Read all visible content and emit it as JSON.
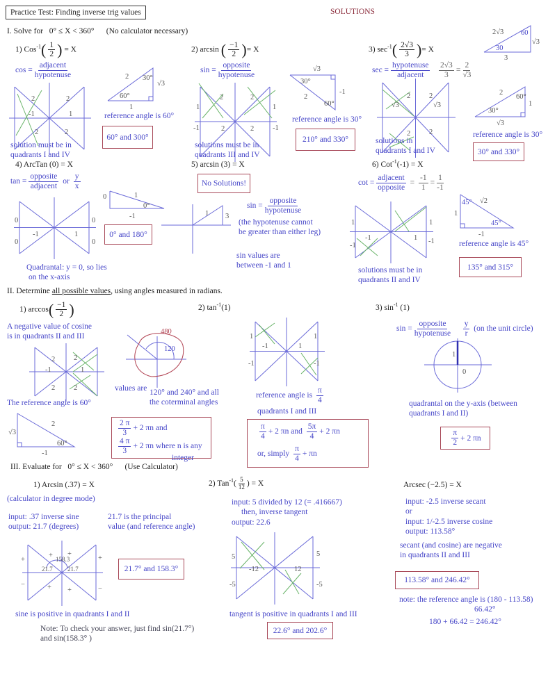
{
  "header": {
    "title": "Practice Test:  Finding inverse trig values",
    "solutions": "SOLUTIONS"
  },
  "section1": {
    "heading": "I.  Solve for",
    "range": "0° ≤ X < 360°",
    "note": "(No calculator necessary)"
  },
  "p1": {
    "label": "1)   Cos",
    "exp": "-1",
    "num": "1",
    "den": "2",
    "eq": "=  X",
    "def_lhs": "cos =",
    "def_num": "adjacent",
    "def_den": "hypotenuse",
    "diagram": {
      "q2": "2",
      "q1": "2",
      "q3": "2",
      "q4": "2",
      "neg1": "-1",
      "pos1": "1"
    },
    "tri": {
      "hyp": "2",
      "top": "30°",
      "side": "√3",
      "angle": "60°",
      "base": "1"
    },
    "ref": "reference angle is 60°",
    "answer": "60°  and  300°",
    "note1": "solution must be in",
    "note2": "quadrants I and IV"
  },
  "p2": {
    "label": "2)   arcsin",
    "num": "−1",
    "den": "2",
    "eq": "= X",
    "def_lhs": "sin =",
    "def_num": "opposite",
    "def_den": "hypotenuse",
    "diagram": {
      "l1": "1",
      "l2": "2",
      "r2": "2",
      "r1": "1",
      "ln1": "-1",
      "b2": "2",
      "br2": "2",
      "rn1": "-1"
    },
    "tri": {
      "top": "√3",
      "a30": "30°",
      "hyp": "2",
      "side": "-1",
      "a60": "60°"
    },
    "ref": "reference angle is 30°",
    "answer": "210°  and   330°",
    "note1": "solutions must be in",
    "note2": "quadrants III and IV"
  },
  "p3": {
    "label": "3) sec",
    "exp": "-1",
    "num": "2√3",
    "den": "3",
    "eq": "= X",
    "def_lhs": "sec =",
    "def_num": "hypotenuse",
    "def_den": "adjacent",
    "conv": {
      "n1": "2√3",
      "d1": "3",
      "eq": "=",
      "n2": "2",
      "d2": "√3"
    },
    "toptri": {
      "hyp": "2√3",
      "a60": "60",
      "side": "√3",
      "a30": "30",
      "base": "3"
    },
    "diagram": {
      "q2": "2",
      "q1": "2",
      "r3l": "√3",
      "r3r": "√3",
      "q3": "2",
      "q4": "2"
    },
    "tri": {
      "hyp": "2",
      "a60": "60°",
      "side": "1",
      "a30": "30°",
      "base": "√3"
    },
    "ref": "reference angle is 30°",
    "answer": "30°  and  330°",
    "note1": "solutions in",
    "note2": "quadrants I and IV"
  },
  "p4": {
    "label": "4)  ArcTan (0) =  X",
    "def_lhs": "tan =",
    "def_num": "opposite",
    "def_den": "adjacent",
    "or": "or",
    "alt_num": "y",
    "alt_den": "x",
    "diagram": {
      "l0a": "0",
      "r0a": "0",
      "n1": "-1",
      "p1": "1",
      "l0b": "0",
      "r0b": "0"
    },
    "tri": {
      "left": "0",
      "hyp": "1",
      "angle": "0°",
      "base": "-1"
    },
    "answer": "0°  and  180°",
    "note1": "Quadrantal:   y = 0, so lies",
    "note2": "on the x-axis"
  },
  "p5": {
    "label": "5)  arcsin (3) =  X",
    "answer": "No Solutions!",
    "def_lhs": "sin =",
    "def_num": "opposite",
    "def_den": "hypotenuse",
    "diagram": {
      "hyp": "1",
      "side": "3"
    },
    "note1": "(the hypotenuse cannot",
    "note2": "be greater than either leg)",
    "note3": "sin values are",
    "note4": "between -1 and 1"
  },
  "p6": {
    "label": "6)  Cot",
    "exp": "-1",
    "arg": "(-1) = X",
    "def_lhs": "cot =",
    "def_num": "adjacent",
    "def_den": "opposite",
    "conv": {
      "eq1": "=",
      "n1": "-1",
      "d1": "1",
      "eq2": "=",
      "n2": "1",
      "d2": "-1"
    },
    "diagram": {
      "l1": "1",
      "r1": "1",
      "n1": "-1",
      "p1": "1",
      "ln1": "-1",
      "rn1": "-1"
    },
    "tri": {
      "a45t": "45°",
      "hyp": "√2",
      "side": "1",
      "a45b": "45°",
      "base": "-1"
    },
    "ref": "reference angle is 45°",
    "answer": "135°  and  315°",
    "note1": "solutions must be in",
    "note2": "quadrants  II  and  IV"
  },
  "section2": {
    "pre": "II.  Determine ",
    "underlined": "all possible values",
    "post": ", using angles measured in radians."
  },
  "q1": {
    "label": "1)  arccos",
    "num": "−1",
    "den": "2",
    "note1": "A negative value of cosine",
    "note2": "is in quadrants  II and III",
    "diagram": {
      "q2": "2",
      "q1": "2",
      "n1": "-1",
      "p1": "1",
      "q3": "2",
      "q4": "2"
    },
    "ref": "The reference angle is 60°",
    "tri": {
      "side": "√3",
      "hyp": "2",
      "angle": "60°",
      "base": "-1"
    },
    "angles": {
      "big": "480",
      "small": "120"
    },
    "values_are": "values are",
    "values1": "120°  and 240°  and all",
    "values2": "the coterminal angles",
    "ans1_num": "2 π",
    "ans1_den": "3",
    "ans1_rest": "+ 2 πn    and",
    "ans2_num": "4 π",
    "ans2_den": "3",
    "ans2_rest": "+ 2 πn   where n is any",
    "ans3": "integer"
  },
  "q2": {
    "label": "2)  tan",
    "exp": "-1",
    "arg": "(1)",
    "diagram": {
      "l1": "1",
      "r1": "1",
      "n1": "-1",
      "p1": "1",
      "ln1": "-1",
      "rn1": "-1"
    },
    "ref": "reference angle is",
    "ref_num": "π",
    "ref_den": "4",
    "quads": "quadrants   I   and   III",
    "a1_num": "π",
    "a1_den": "4",
    "a1_rest": "+ 2 πn    and",
    "a2_num": "5π",
    "a2_den": "4",
    "a2_rest": "+ 2 πn",
    "simply": "or, simply",
    "s_num": "π",
    "s_den": "4",
    "s_rest": "+ πn"
  },
  "q3": {
    "label": "3)  sin",
    "exp": "-1",
    "arg": " (1)",
    "def_lhs": "sin =",
    "def_num": "opposite",
    "def_den": "hypotenuse",
    "alt_num": "y",
    "alt_den": "r",
    "alt_note": "(on the unit circle)",
    "diagram": {
      "one": "1",
      "zero": "0"
    },
    "note1": "quadrantal on the y-axis (between",
    "note2": "quadrants I and II)",
    "ans_num": "π",
    "ans_den": "2",
    "ans_rest": "+ 2 πn"
  },
  "section3": {
    "heading": "III.  Evaluate for",
    "range": "0° ≤ X < 360°",
    "note": "(Use Calculator)"
  },
  "r1": {
    "label": "1)  Arcsin (.37) =  X",
    "mode": "(calculator in degree mode)",
    "in1": "input:  .37    inverse sine",
    "in2": "output:   21.7   (degrees)",
    "pv1": "21.7 is the principal",
    "pv2": "value  (and reference angle)",
    "diagram": {
      "plus_tl": "+",
      "plus_tr": "+",
      "plus_l": "+",
      "plus_r": "+",
      "a158": "158.3",
      "a21l": "21.7",
      "a21r": "21.7",
      "minus_l": "−",
      "minus_r": "−",
      "plus_bl": "+",
      "plus_br": "+"
    },
    "answer": "21.7°  and    158.3°",
    "note": "sine is positive in quadrants I and II",
    "check1": "Note: To check your answer, just find sin(21.7°)",
    "check2": "and sin(158.3° )"
  },
  "r2": {
    "label": "2)  Tan",
    "exp": "-1",
    "num": "5",
    "den": "12",
    "eq": ") =  X",
    "in1": "input:  5 divided by 12  (= .416667)",
    "in2": "then,  inverse tangent",
    "in3": "output: 22.6",
    "diagram": {
      "l5": "5",
      "r5": "5",
      "n12": "-12",
      "p12": "12",
      "ln5": "-5",
      "rn5": "-5"
    },
    "note": "tangent is positive in quadrants  I and  III",
    "answer": "22.6°  and  202.6°"
  },
  "r3": {
    "label": "Arcsec (−2.5) =  X",
    "in1": "input:  -2.5  inverse secant",
    "in2": "or",
    "in3": "input:  1/-2.5  inverse cosine",
    "in4": "output:  113.58°",
    "neg1": "secant (and cosine) are negative",
    "neg2": "in quadrants II and III",
    "answer": "113.58°    and    246.42°",
    "ref1": "note: the reference angle is  (180 - 113.58)",
    "ref2": "66.42°",
    "sum": "180 + 66.42 = 246.42°"
  }
}
